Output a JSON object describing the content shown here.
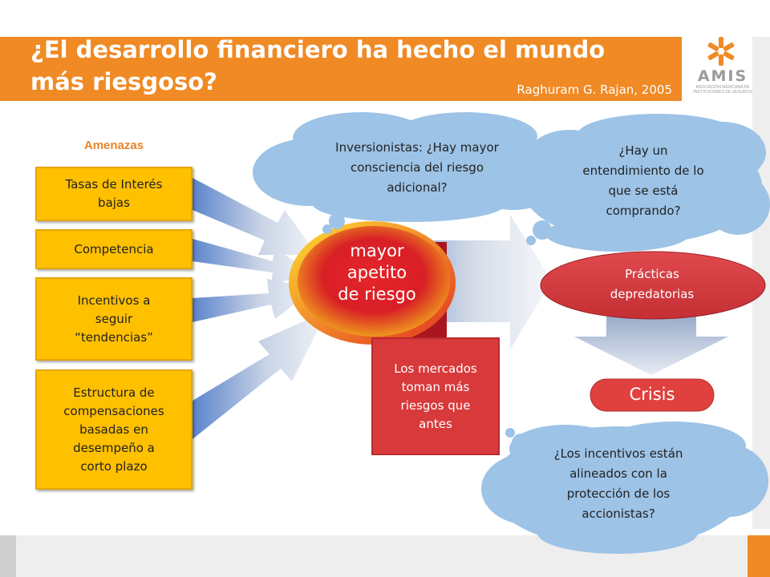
{
  "header": {
    "title_line1": "¿El desarrollo financiero ha hecho el mundo",
    "title_line2": "más riesgoso?",
    "author": "Raghuram G. Rajan, 2005"
  },
  "logo": {
    "name": "AMIS",
    "subtitle": "ASOCIACIÓN MEXICANA DE INSTITUCIONES DE SEGUROS",
    "icon": "amis-logo"
  },
  "threats": {
    "heading": "Amenazas",
    "items": [
      {
        "line1": "Tasas de Interés",
        "line2": "bajas"
      },
      {
        "line1": "Competencia"
      },
      {
        "line1": "Incentivos a",
        "line2": "seguir",
        "line3": "“tendencias”"
      },
      {
        "line1": "Estructura de",
        "line2": "compensaciones",
        "line3": "basadas en",
        "line4": "desempeño a",
        "line5": "corto plazo"
      }
    ]
  },
  "center": {
    "line1": "mayor",
    "line2": "apetito",
    "line3": "de riesgo"
  },
  "markets": {
    "line1": "Los mercados",
    "line2": "toman más",
    "line3": "riesgos que",
    "line4": "antes"
  },
  "outcomes": {
    "practices_line1": "Prácticas",
    "practices_line2": "depredatorias",
    "crisis": "Crisis"
  },
  "clouds": {
    "investors": {
      "line1": "Inversionistas: ¿Hay mayor",
      "line2": "consciencia del riesgo",
      "line3": "adicional?"
    },
    "understanding": {
      "line1": "¿Hay un",
      "line2": "entendimiento de lo",
      "line3": "que se está",
      "line4": "comprando?"
    },
    "incentives": {
      "line1": "¿Los incentivos están",
      "line2": "alineados con la",
      "line3": "protección de los",
      "line4": "accionistas?"
    }
  },
  "colors": {
    "orange": "#F08A24",
    "yellow": "#FFC000",
    "red": "#D8393B",
    "cloud": "#9DC3E6",
    "arrow_blue": "#6A8FD0"
  }
}
